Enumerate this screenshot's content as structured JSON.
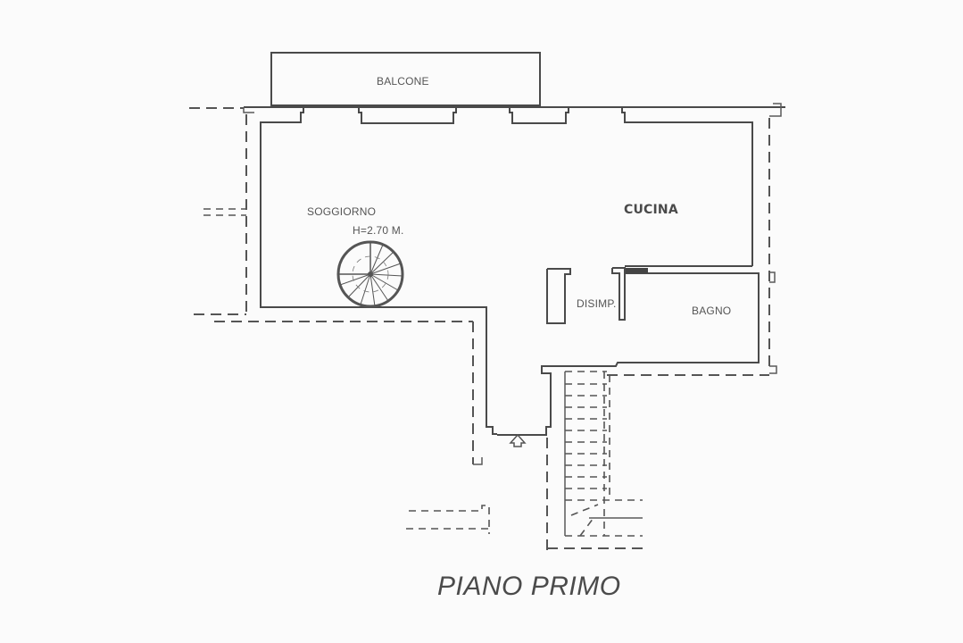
{
  "plan": {
    "title": "PIANO PRIMO",
    "rooms": {
      "balcone": "BALCONE",
      "soggiorno": "SOGGIORNO",
      "soggiorno_height": "H=2.70 M.",
      "cucina": "CUCINA",
      "disimpegno": "DISIMP.",
      "bagno": "BAGNO"
    },
    "symbols": {
      "spiral_stair": "spiral-staircase",
      "entrance": "entrance-arrow-icon",
      "staircase": "straight-staircase"
    }
  }
}
